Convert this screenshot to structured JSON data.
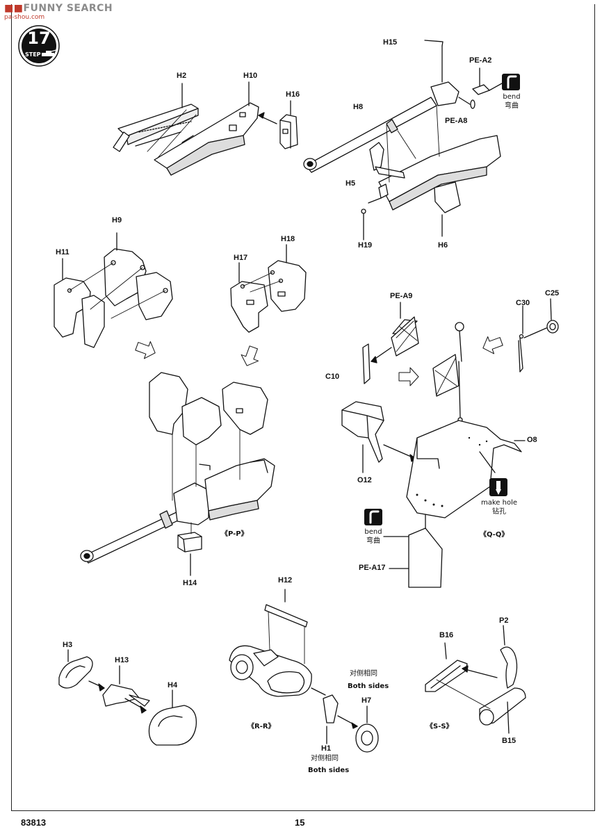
{
  "header": {
    "watermark_main": "FUNNY SEARCH",
    "watermark_url": "pa-shou.com",
    "step_number": "17",
    "step_label": "STEP"
  },
  "parts": {
    "H2": "H2",
    "H10": "H10",
    "H16": "H16",
    "H15": "H15",
    "PE_A2": "PE-A2",
    "H8": "H8",
    "PE_A8": "PE-A8",
    "H5": "H5",
    "H19": "H19",
    "H6": "H6",
    "H9": "H9",
    "H11": "H11",
    "H18": "H18",
    "H17": "H17",
    "H14": "H14",
    "PE_A9": "PE-A9",
    "C30": "C30",
    "C25": "C25",
    "C10": "C10",
    "O8": "O8",
    "O12": "O12",
    "PE_A17": "PE-A17",
    "H12": "H12",
    "H3": "H3",
    "H13": "H13",
    "H4": "H4",
    "H7": "H7",
    "H1": "H1",
    "B16": "B16",
    "P2": "P2",
    "B15": "B15"
  },
  "notes": {
    "bend_en": "bend",
    "bend_cn": "弯曲",
    "make_hole_en": "make hole",
    "make_hole_cn": "钻孔",
    "both_sides_cn": "对侧相同",
    "both_sides_en": "Both sides"
  },
  "subassemblies": {
    "pp": "《P-P》",
    "qq": "《Q-Q》",
    "rr": "《R-R》",
    "ss": "《S-S》"
  },
  "footer": {
    "kit_number": "83813",
    "page_number": "15"
  }
}
